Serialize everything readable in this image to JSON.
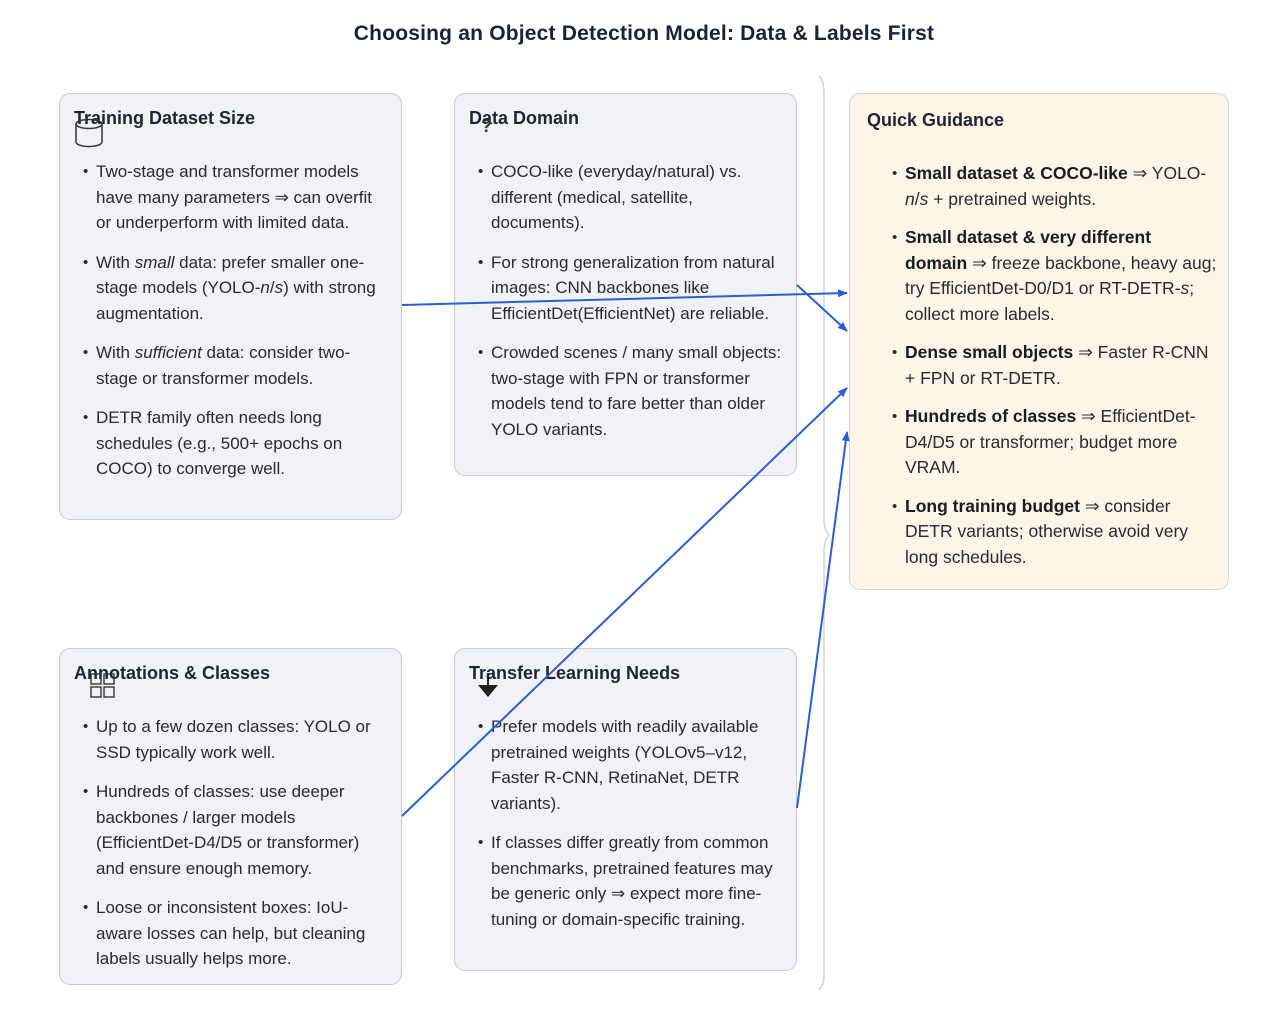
{
  "title": "Choosing an Object Detection Model: Data & Labels First",
  "boxes": {
    "dataset": {
      "title": "Training Dataset Size",
      "icon": "database-cylinder-icon",
      "items": [
        "Two-stage and transformer models have many parameters ⇒ can overfit or underperform with limited data.",
        "With small data: prefer smaller one-stage models (YOLO-n/s) with strong augmentation.",
        "With sufficient data: consider two-stage or transformer models.",
        "DETR family often needs long schedules (e.g., 500+ epochs on COCO) to converge well."
      ]
    },
    "domain": {
      "title": "Data Domain",
      "icon": "question-mark-icon",
      "items": [
        "COCO-like (everyday/natural) vs. different (medical, satellite, documents).",
        "For strong generalization from natural images: CNN backbones like EfficientDet(EfficientNet) are reliable.",
        "Crowded scenes / many small objects: two-stage with FPN or transformer models tend to fare better than older YOLO variants."
      ]
    },
    "annotations": {
      "title": "Annotations & Classes",
      "icon": "grid-squares-icon",
      "items": [
        "Up to a few dozen classes: YOLO or SSD typically work well.",
        "Hundreds of classes: use deeper backbones / larger models (EfficientDet-D4/D5 or transformer) and ensure enough memory.",
        "Loose or inconsistent boxes: IoU-aware losses can help, but cleaning labels usually helps more."
      ]
    },
    "transfer": {
      "title": "Transfer Learning Needs",
      "icon": "download-arrow-icon",
      "items": [
        "Prefer models with readily available pretrained weights (YOLOv5–v12, Faster R-CNN, RetinaNet, DETR variants).",
        "If classes differ greatly from common benchmarks, pretrained features may be generic only ⇒ expect more fine-tuning or domain-specific training."
      ]
    },
    "guidance": {
      "title": "Quick Guidance",
      "items": [
        {
          "bold": "Small dataset & COCO-like",
          "text": " ⇒ YOLO-n/s + pretrained weights."
        },
        {
          "bold": "Small dataset & very different domain",
          "text": " ⇒ freeze backbone, heavy aug; try EfficientDet-D0/D1 or RT-DETR-s; collect more labels."
        },
        {
          "bold": "Dense small objects",
          "text": " ⇒ Faster R-CNN + FPN or RT-DETR."
        },
        {
          "bold": "Hundreds of classes",
          "text": " ⇒ EfficientDet-D4/D5 or transformer; budget more VRAM."
        },
        {
          "bold": "Long training budget",
          "text": " ⇒ consider DETR variants; otherwise avoid very long schedules."
        }
      ]
    }
  },
  "colors": {
    "connector": "#2f5bd3",
    "box_fill": "#f1f2f6",
    "guide_fill": "#fdf5e8",
    "divider": "#cfd2d8"
  }
}
